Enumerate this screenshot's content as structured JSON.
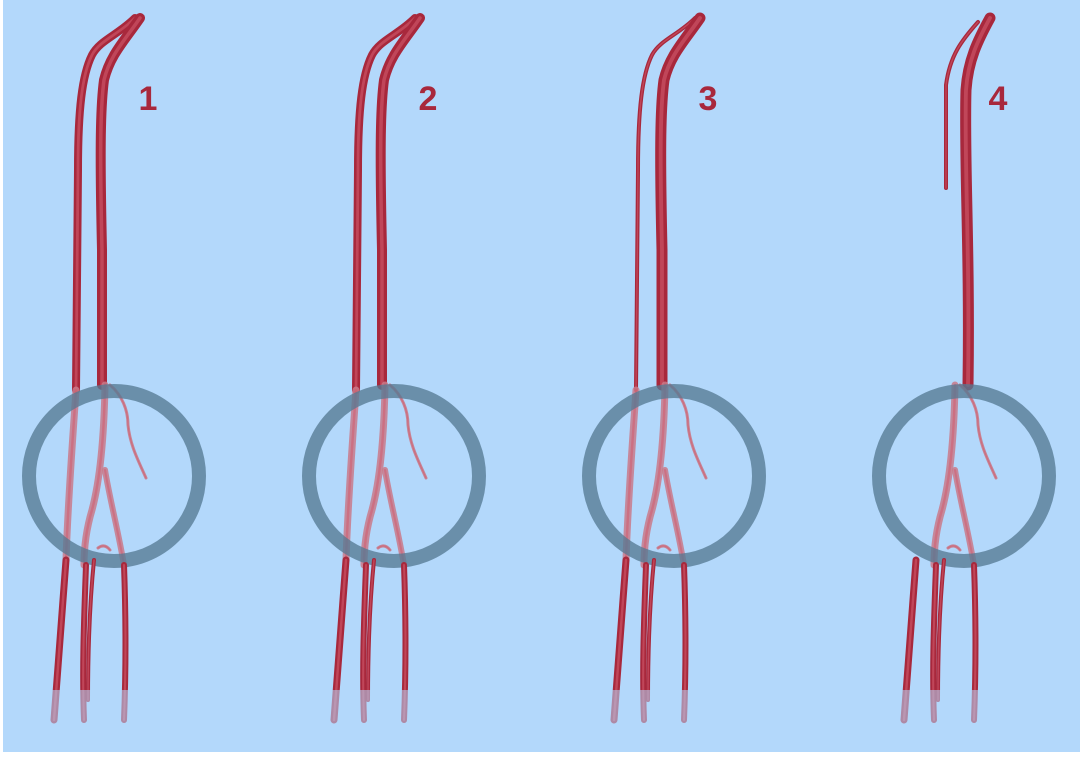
{
  "diagram": {
    "colors": {
      "background": "#b3d8fb",
      "vessel": "#a8283c",
      "vessel_light": "#c97a8a",
      "ring": "#567a93",
      "label": "#a8283c"
    },
    "panels": [
      {
        "label": "1",
        "variant": "two-full-vessels"
      },
      {
        "label": "2",
        "variant": "two-full-vessels"
      },
      {
        "label": "3",
        "variant": "one-thin-one-thick-vessel"
      },
      {
        "label": "4",
        "variant": "short-thin-vessel"
      }
    ]
  }
}
